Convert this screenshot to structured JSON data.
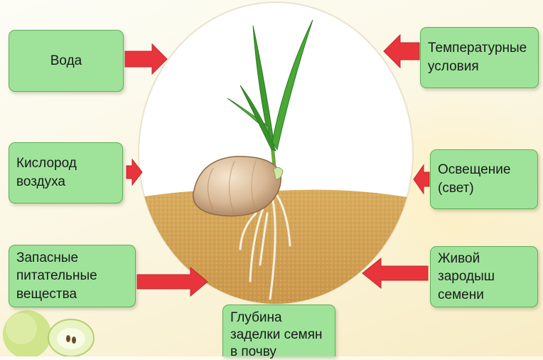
{
  "factors": {
    "water": "Вода",
    "oxygen": "Кислород\nвоздуха",
    "nutrients": "Запасные\nпитательные\nвещества",
    "depth": "Глубина\nзаделки семян\nв почву",
    "temperature": "Температурные\nусловия",
    "light": "Освещение\n(свет)",
    "embryo": "Живой\nзародыш\nсемени"
  },
  "colors": {
    "box_fill": "#9fe39b",
    "box_border": "#5fae5b",
    "arrow": "#e8353c",
    "soil": "#d4a95b"
  }
}
